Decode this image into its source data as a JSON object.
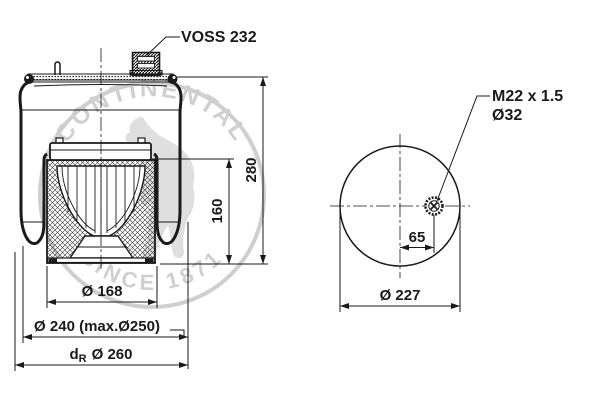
{
  "labels": {
    "connector": "VOSS 232",
    "thread": "M22 x 1.5",
    "thread_bore": "Ø32"
  },
  "dimensions": {
    "total_height": "280",
    "piston_height": "160",
    "piston_diameter": "Ø 168",
    "bellows_diameter": "Ø 240 (max.Ø250)",
    "rolling_prefix": "d",
    "rolling_sub": "R",
    "rolling_diameter": "Ø 260",
    "port_offset": "65",
    "plate_diameter": "Ø 227"
  },
  "watermark": {
    "arc_top": "CONTINENTAL",
    "arc_bottom": "SINCE 1871"
  },
  "colors": {
    "line": "#1a1a1a",
    "watermark": "#c4c4c4",
    "background": "#ffffff"
  }
}
